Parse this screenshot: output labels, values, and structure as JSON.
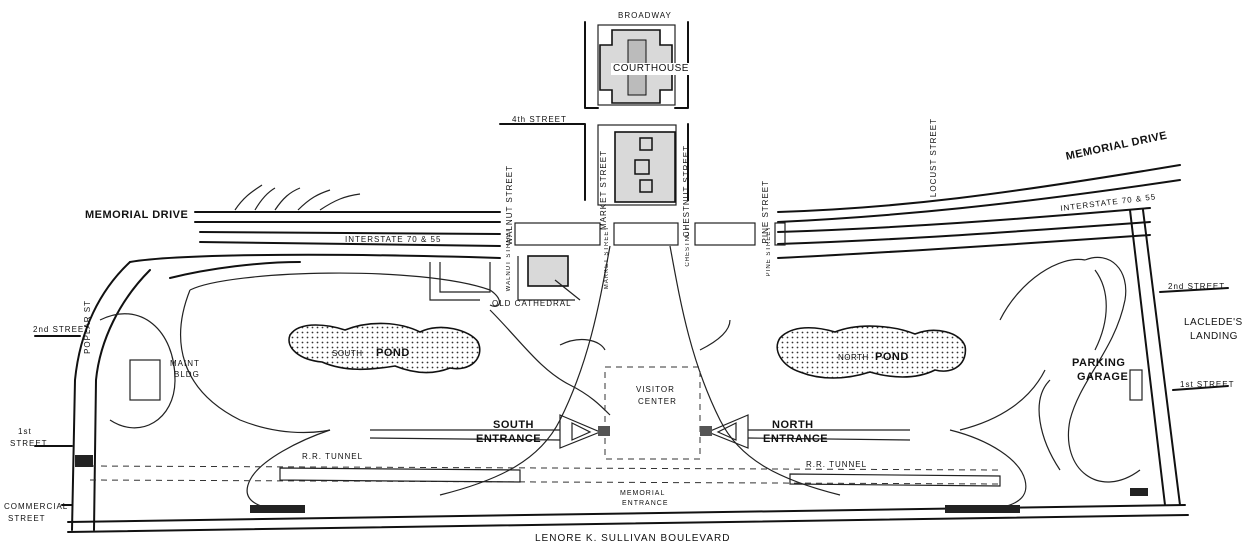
{
  "map": {
    "labels": {
      "broadway": "BROADWAY",
      "courthouse": "COURTHOUSE",
      "fourth_street": "4th STREET",
      "memorial_drive_left": "MEMORIAL DRIVE",
      "memorial_drive_right": "MEMORIAL DRIVE",
      "walnut_street": "WALNUT STREET",
      "market_street": "MARKET STREET",
      "chestnut_street_upper": "CHESTNUT STREET",
      "chestnut_street_lower": "CHESTNUT",
      "pine_street": "PINE STREET",
      "locust_street": "LOCUST STREET",
      "interstate_left": "INTERSTATE 70 & 55",
      "interstate_right": "INTERSTATE 70 & 55",
      "old_cathedral": "OLD CATHEDRAL",
      "south_pond_a": "SOUTH",
      "south_pond_b": "POND",
      "north_pond_a": "NORTH",
      "north_pond_b": "POND",
      "maint_bldg_a": "MAINT",
      "maint_bldg_b": "BLDG",
      "poplar_st": "POPLAR ST",
      "second_street_left": "2nd STREET",
      "second_street_right": "2nd STREET",
      "first_street_left_a": "1st",
      "first_street_left_b": "STREET",
      "first_street_right": "1st STREET",
      "commercial_street_a": "COMMERCIAL",
      "commercial_street_b": "STREET",
      "visitor_center_a": "VISITOR",
      "visitor_center_b": "CENTER",
      "south_entrance_a": "SOUTH",
      "south_entrance_b": "ENTRANCE",
      "north_entrance_a": "NORTH",
      "north_entrance_b": "ENTRANCE",
      "rr_tunnel_left": "R.R. TUNNEL",
      "rr_tunnel_right": "R.R. TUNNEL",
      "memorial_entrance_a": "MEMORIAL",
      "memorial_entrance_b": "ENTRANCE",
      "lacledes_landing_a": "LACLEDE'S",
      "lacledes_landing_b": "LANDING",
      "parking_garage_a": "PARKING",
      "parking_garage_b": "GARAGE",
      "leonor_sullivan": "LENORE K. SULLIVAN BOULEVARD"
    }
  }
}
